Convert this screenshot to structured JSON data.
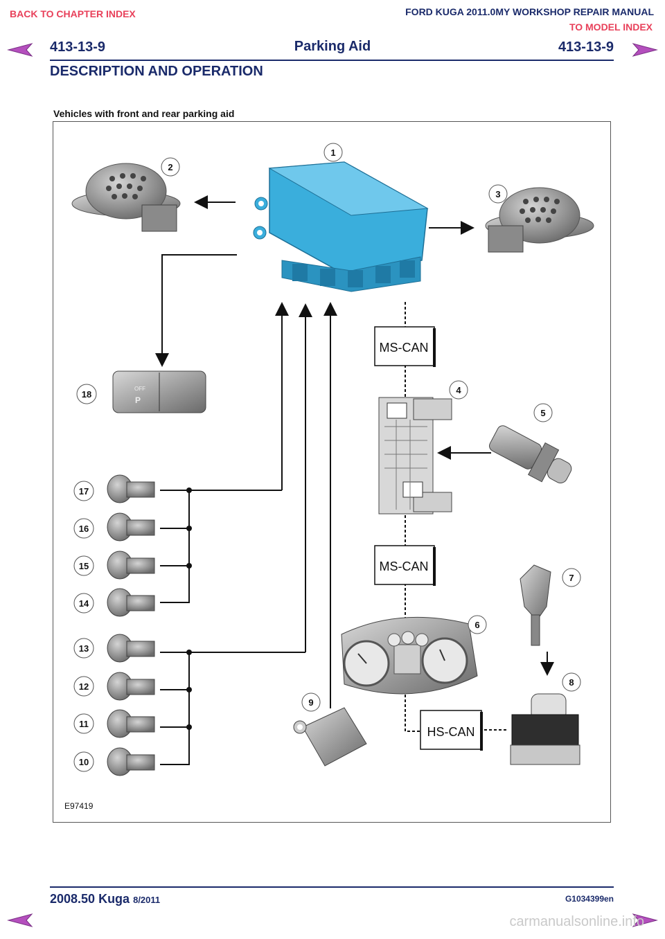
{
  "header": {
    "back_chapter": "BACK TO CHAPTER INDEX",
    "manual_title": "FORD KUGA 2011.0MY WORKSHOP REPAIR MANUAL",
    "model_index": "TO MODEL INDEX",
    "page_number": "413-13-9",
    "section_title": "Parking Aid",
    "doc_heading": "DESCRIPTION AND OPERATION"
  },
  "figure": {
    "caption": "Vehicles with front and rear parking aid",
    "ref_code": "E97419",
    "bus_labels": [
      "MS-CAN",
      "MS-CAN",
      "HS-CAN"
    ],
    "button_label": "OFF",
    "callouts": [
      "1",
      "2",
      "3",
      "4",
      "5",
      "6",
      "7",
      "8",
      "9",
      "10",
      "11",
      "12",
      "13",
      "14",
      "15",
      "16",
      "17",
      "18"
    ]
  },
  "footer": {
    "model": "2008.50 Kuga",
    "date": "8/2011",
    "doc_code": "G1034399en",
    "watermark": "carmanualsonline.info"
  },
  "colors": {
    "accent": "#e8405a",
    "navy": "#1a2a6a",
    "module": "#3aaedc"
  }
}
